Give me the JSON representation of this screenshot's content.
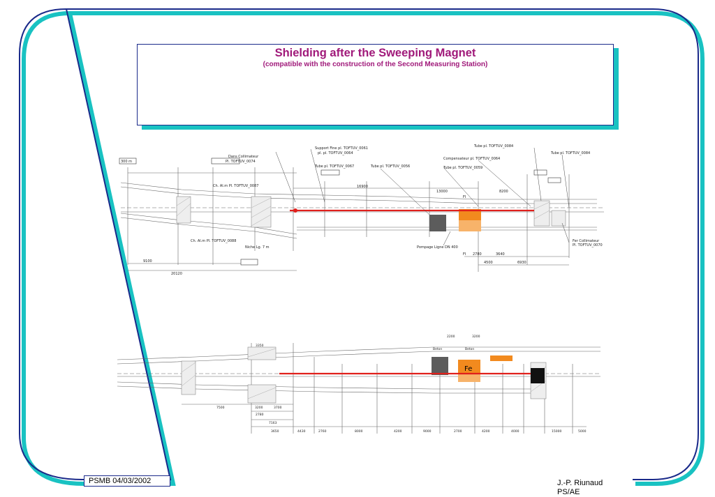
{
  "slide": {
    "title": "Shielding after the Sweeping Magnet",
    "subtitle": "(compatible with the construction of the Second Measuring Station)",
    "footer_left": "PSMB  04/03/2002",
    "footer_right_line1": "J.-P. Riunaud",
    "footer_right_line2": "PS/AE",
    "colors": {
      "frame": "#1a2a8a",
      "shadow": "#19c2c2",
      "title": "#a0197a",
      "beam": "#e0201c",
      "iron": "#f28a1e",
      "iron_light": "#f7b36a",
      "block": "#5c5c5c"
    }
  },
  "drawing_top": {
    "labels": {
      "l1": "300 m",
      "l2": "Dans Collimateur",
      "l3": "Pl. TOFTUV_0074",
      "l4": "Ch. Al.m Pl. TOFTUV_0087",
      "l5": "Support Fine pl. TOFTUV_0061",
      "l6": "pl. pl. TOFTUV_0064",
      "l7": "Tube pl. TOFTUV_0067",
      "l8": "Tube pl. TOFTUV_0056",
      "l9": "Tube pl. TOFTUV_0059",
      "l10": "Compensateur pl. TOFTUV_0064",
      "l11": "Tube pl. TOFTUV_0084",
      "l12": "Tube pl. TOFTUV_0084",
      "l13": "Ch. Al.m Pl. TOFTUV_0088",
      "l14": "Niche Lg. 7 m",
      "l15": "Pompage Ligne DN 400",
      "l16": "Fer Collimateur",
      "l17": "Pl. TOFTUV_0070",
      "l18": "FI",
      "l19": "FI",
      "l20": "20120",
      "l21": "2780",
      "l22": "3640",
      "l23": "4500",
      "l24": "6930",
      "l25": "9100",
      "l26": "16900",
      "l27": "13000",
      "l28": "8200"
    }
  },
  "drawing_bottom": {
    "labels": {
      "fe": "Fe",
      "b1": "3650",
      "b2": "4430",
      "b3": "2760",
      "b4": "8000",
      "b5": "4200",
      "b6": "9000",
      "b7": "2700",
      "b8": "4200",
      "b9": "4000",
      "b10": "15000",
      "b11": "5000",
      "b12": "7500",
      "b13": "3200",
      "b14": "3700",
      "b15": "7163",
      "b16": "2780",
      "b17": "3350",
      "b18": "2200",
      "b19": "3200",
      "b20": "Beton",
      "b21": "Beton"
    }
  }
}
